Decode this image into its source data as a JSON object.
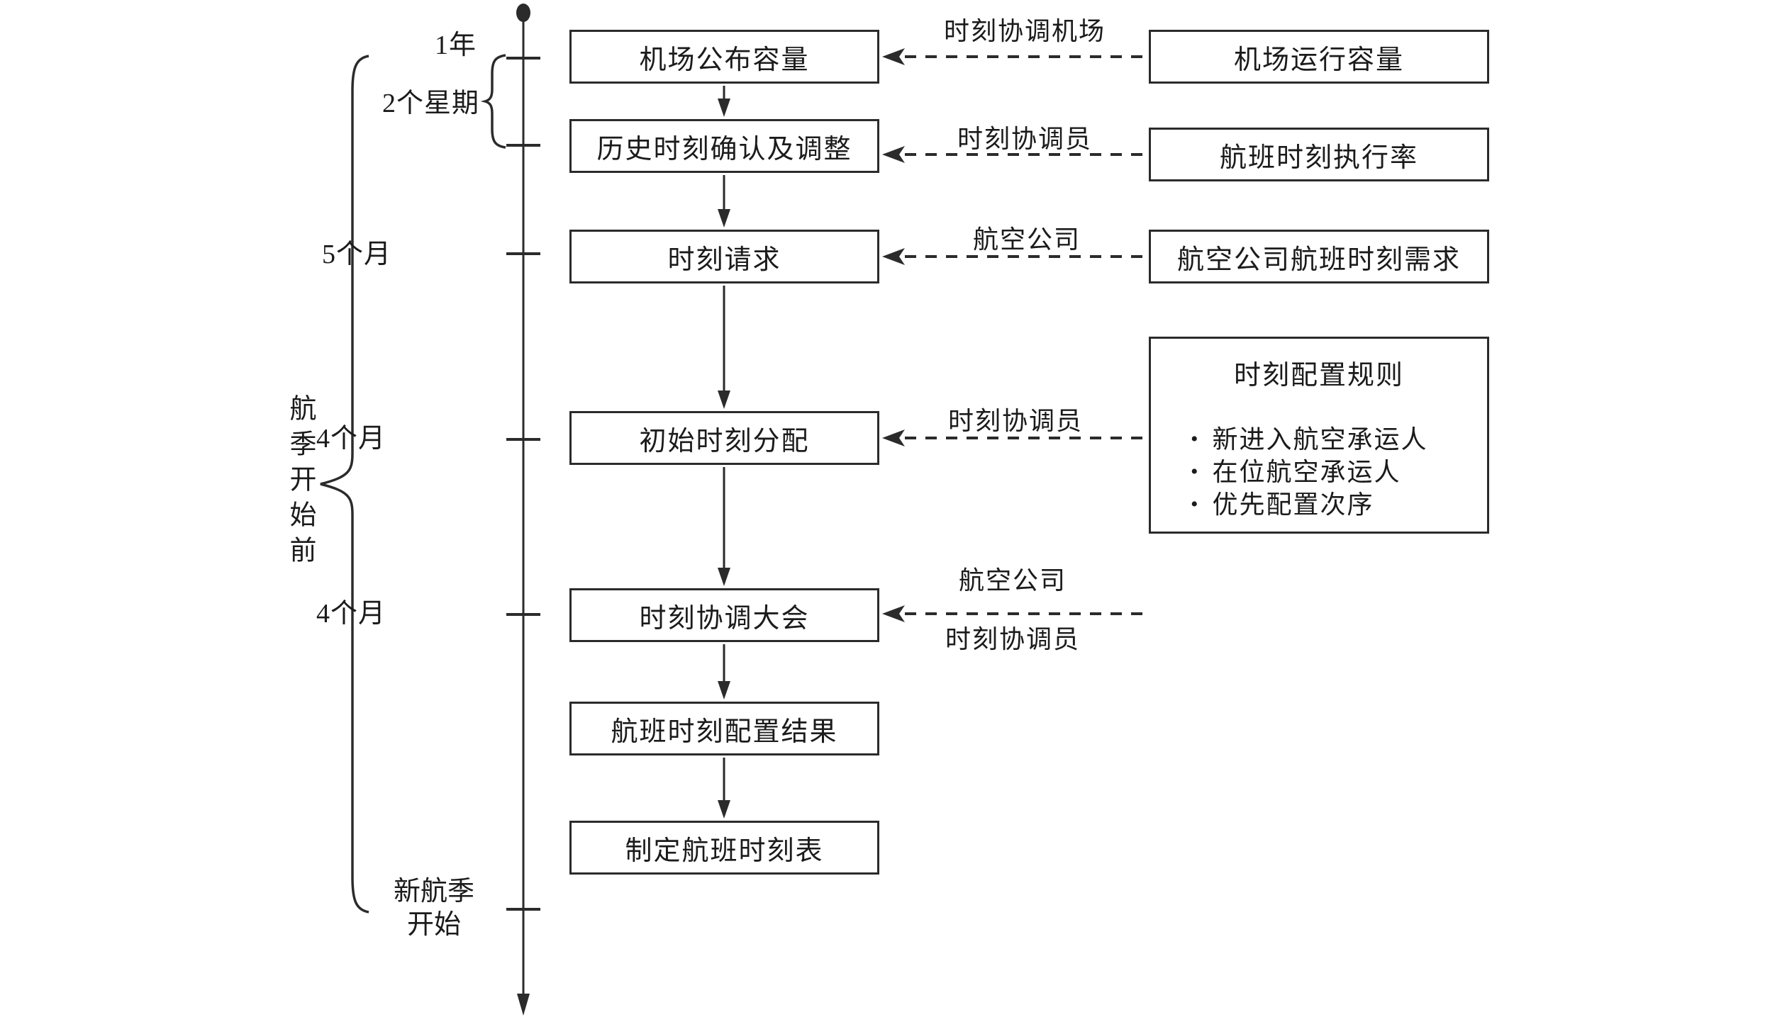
{
  "diagram": {
    "timeline_labels": {
      "one_year": "1年",
      "two_weeks": "2个星期",
      "five_months": "5个月",
      "four_months_1": "4个月",
      "four_months_2": "4个月",
      "new_season_line1": "新航季",
      "new_season_line2": "开始",
      "phase": "航季开始前"
    },
    "process_boxes": [
      "机场公布容量",
      "历史时刻确认及调整",
      "时刻请求",
      "初始时刻分配",
      "时刻协调大会",
      "航班时刻配置结果",
      "制定航班时刻表"
    ],
    "input_boxes": [
      "机场运行容量",
      "航班时刻执行率",
      "航空公司航班时刻需求"
    ],
    "rules_box": {
      "title": "时刻配置规则",
      "bullet": "•",
      "items": [
        "新进入航空承运人",
        "在位航空承运人",
        "优先配置次序"
      ]
    },
    "actor_labels": {
      "row1": "时刻协调机场",
      "row2": "时刻协调员",
      "row3": "航空公司",
      "row4": "时刻协调员",
      "row5_top": "航空公司",
      "row5_bottom": "时刻协调员"
    },
    "colors": {
      "line": "#2b2b2b",
      "text": "#1b1b1b",
      "background": "#ffffff"
    }
  }
}
